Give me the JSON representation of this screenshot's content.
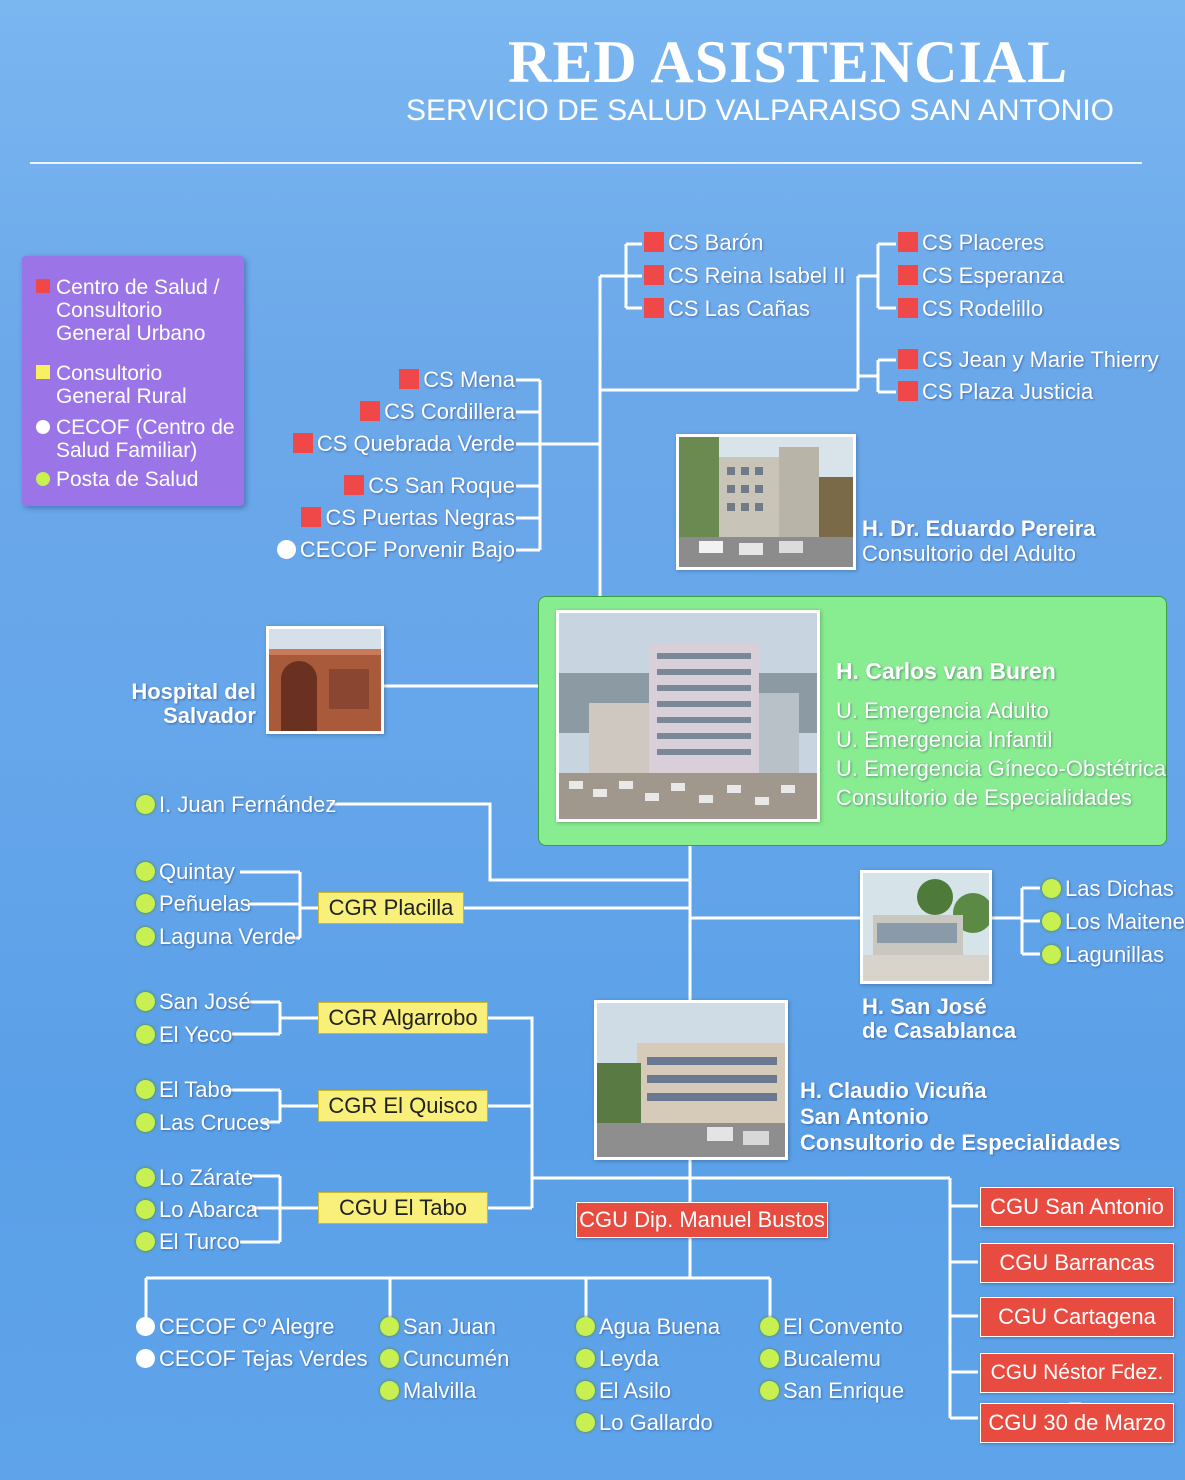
{
  "header": {
    "title": "RED ASISTENCIAL",
    "subtitle": "SERVICIO DE SALUD VALPARAISO SAN ANTONIO"
  },
  "legend": {
    "centro_salud": "Centro de Salud / Consultorio General Urbano",
    "consultorio_rural": "Consultorio General Rural",
    "cecof": "CECOF (Centro de Salud Familiar)",
    "posta": "Posta de Salud",
    "colors": {
      "centro_salud": "#f04848",
      "consultorio_rural": "#f8f060",
      "cecof": "#ffffff",
      "posta": "#c8f050"
    }
  },
  "top_groups": {
    "group1": [
      "CS Barón",
      "CS Reina Isabel II",
      "CS Las Cañas"
    ],
    "group2": [
      "CS Placeres",
      "CS Esperanza",
      "CS Rodelillo"
    ],
    "group3": [
      "CS Jean y Marie Thierry",
      "CS Plaza Justicia"
    ],
    "left_list": [
      "CS Mena",
      "CS Cordillera",
      "CS Quebrada Verde",
      "CS San Roque",
      "CS Puertas Negras",
      "CECOF Porvenir Bajo"
    ]
  },
  "hospitals": {
    "pereira": {
      "name": "H. Dr. Eduardo Pereira",
      "sub": "Consultorio del Adulto"
    },
    "salvador": {
      "line1": "Hospital del",
      "line2": "Salvador"
    },
    "van_buren": {
      "name": "H. Carlos van Buren",
      "services": [
        "U. Emergencia Adulto",
        "U. Emergencia Infantil",
        "U. Emergencia Gíneco-Obstétrica",
        "Consultorio de Especialidades"
      ]
    },
    "casablanca": {
      "line1": "H. San José",
      "line2": "de Casablanca"
    },
    "vicuna": {
      "line1": "H. Claudio Vicuña",
      "line2": "San Antonio",
      "line3": "Consultorio de Especialidades"
    }
  },
  "rural": {
    "juan_fernandez": "I. Juan Fernández",
    "placilla": {
      "box": "CGR Placilla",
      "postas": [
        "Quintay",
        "Peñuelas",
        "Laguna Verde"
      ]
    },
    "algarrobo": {
      "box": "CGR Algarrobo",
      "postas": [
        "San José",
        "El Yeco"
      ]
    },
    "quisco": {
      "box": "CGR El Quisco",
      "postas": [
        "El Tabo",
        "Las Cruces"
      ]
    },
    "tabo": {
      "box": "CGU El Tabo",
      "postas": [
        "Lo Zárate",
        "Lo Abarca",
        "El Turco"
      ]
    },
    "casablanca_postas": [
      "Las Dichas",
      "Los Maitenes",
      "Lagunillas"
    ]
  },
  "san_antonio": {
    "bustos": "CGU Dip. Manuel Bustos",
    "cgu_list": [
      "CGU San Antonio",
      "CGU Barrancas",
      "CGU Cartagena",
      "CGU Néstor Fdez. T.",
      "CGU 30 de Marzo"
    ],
    "cecofs": [
      "CECOF Cº Alegre",
      "CECOF Tejas Verdes"
    ],
    "postas_col1": [
      "San Juan",
      "Cuncumén",
      "Malvilla"
    ],
    "postas_col2": [
      "Agua Buena",
      "Leyda",
      "El Asilo",
      "Lo Gallardo"
    ],
    "postas_col3": [
      "El Convento",
      "Bucalemu",
      "San Enrique"
    ]
  }
}
